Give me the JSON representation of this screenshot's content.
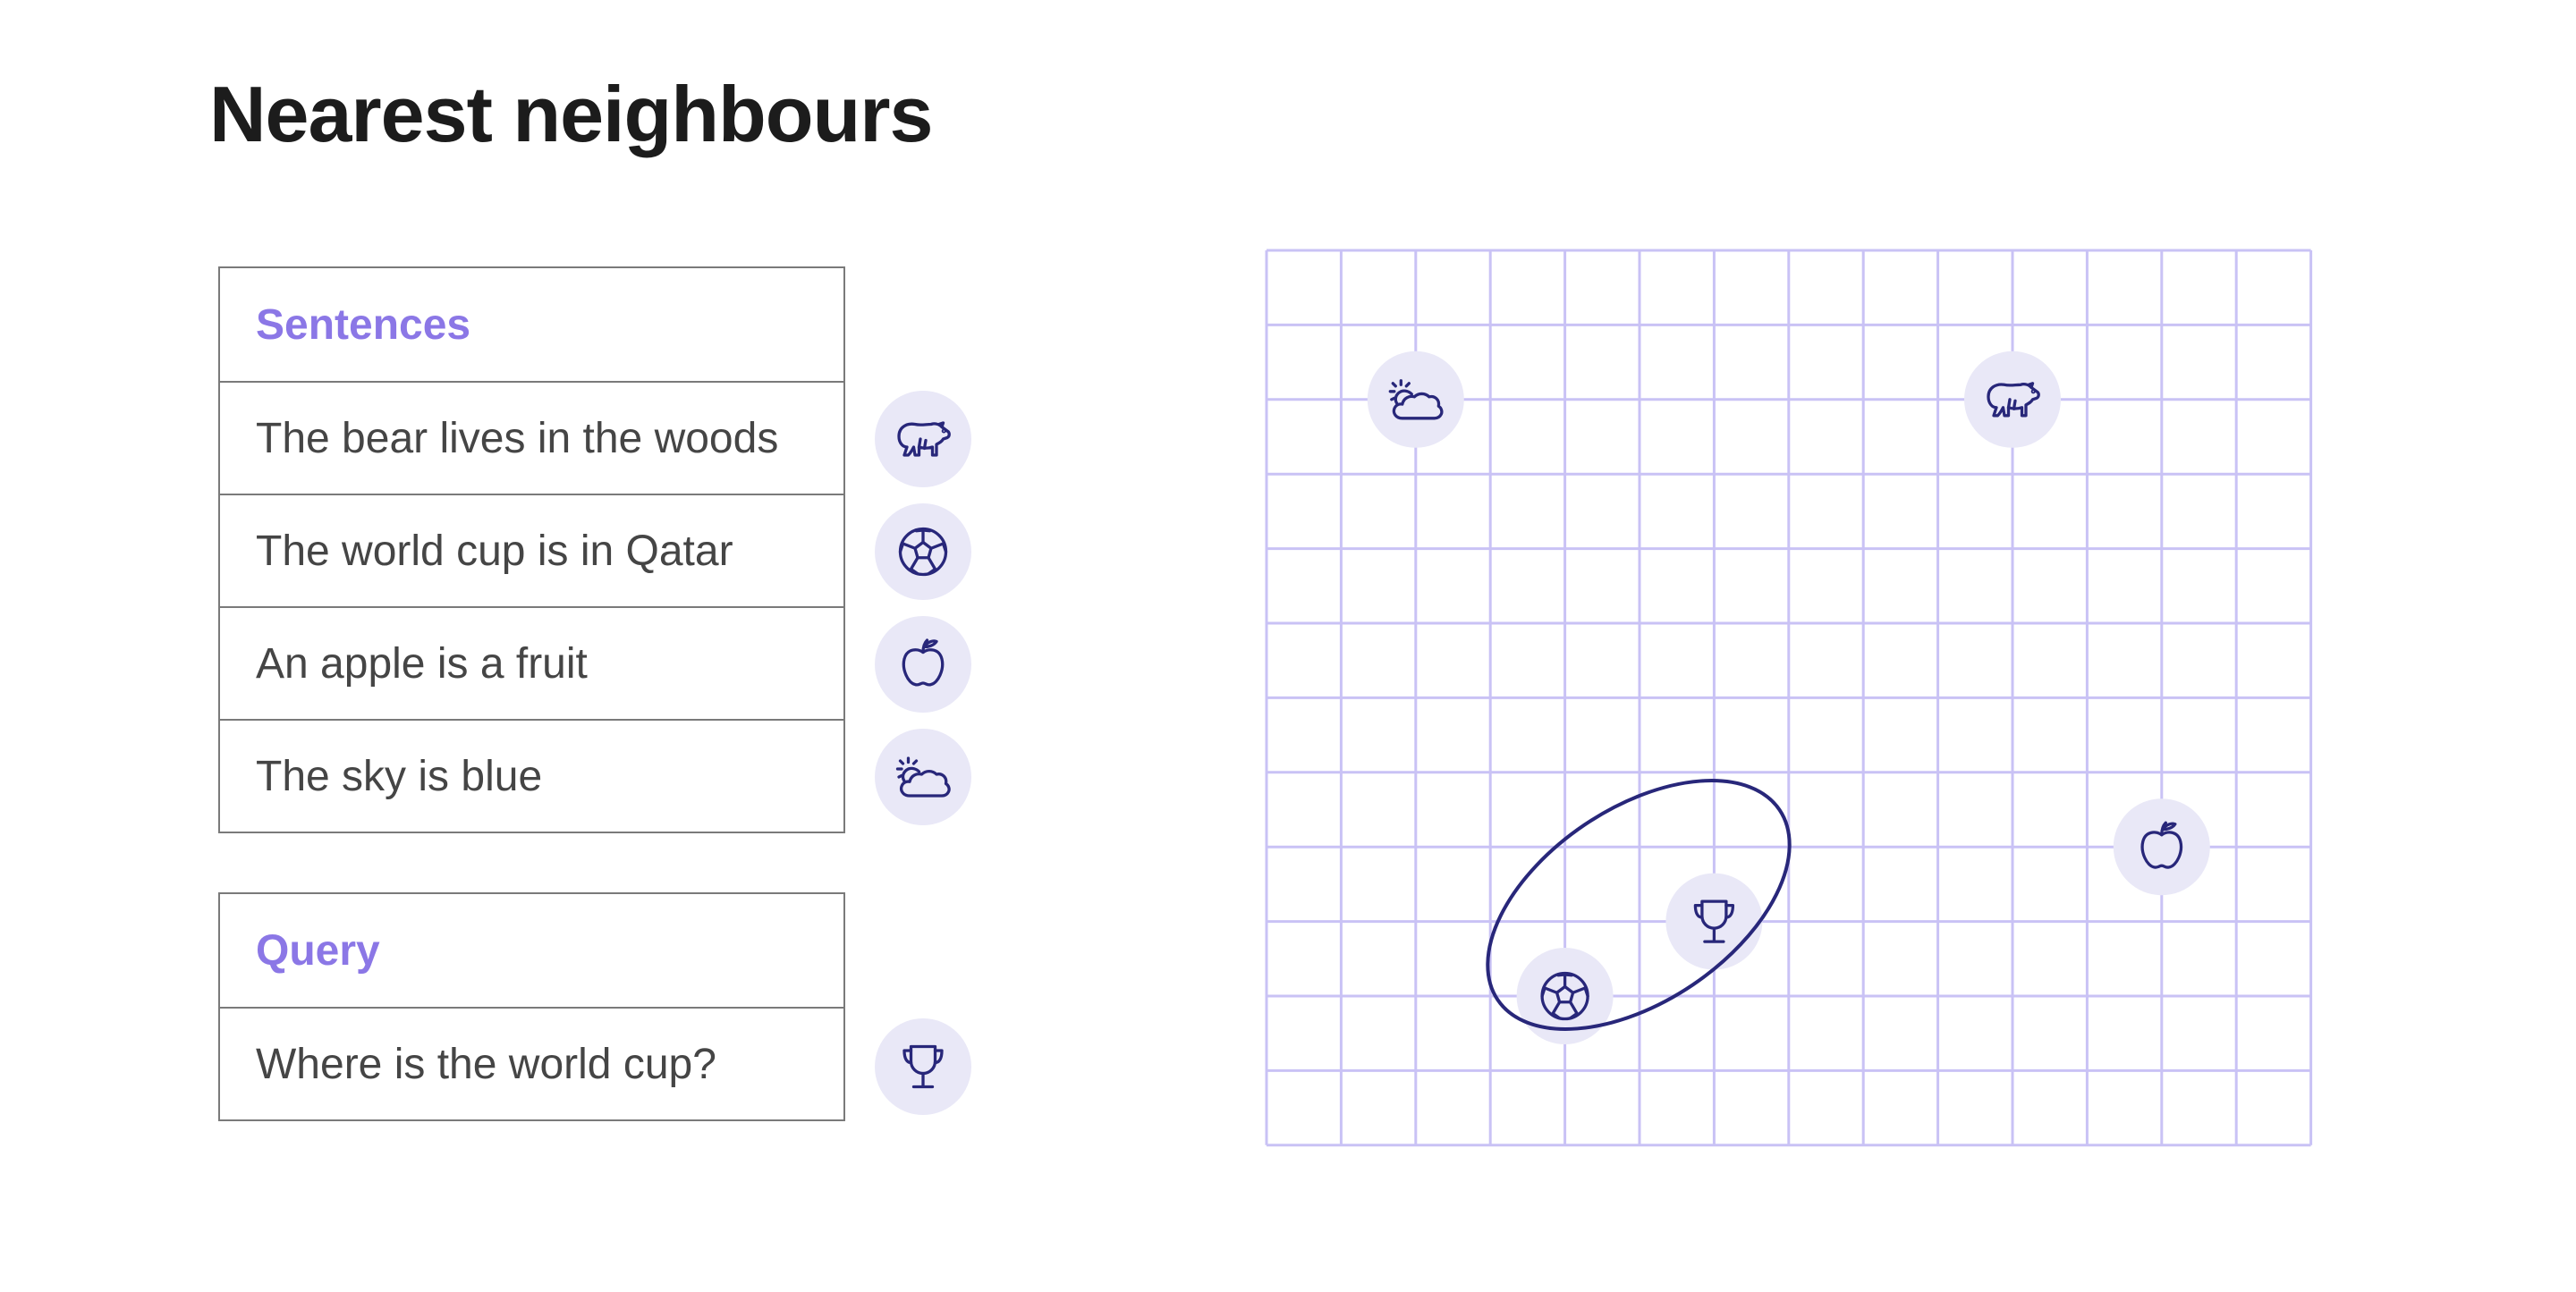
{
  "title": "Nearest neighbours",
  "sentences": {
    "header": "Sentences",
    "items": [
      {
        "text": "The bear lives in the woods",
        "icon": "bear-icon"
      },
      {
        "text": "The world cup is in Qatar",
        "icon": "soccer-ball-icon"
      },
      {
        "text": "An apple is a fruit",
        "icon": "apple-icon"
      },
      {
        "text": "The sky is blue",
        "icon": "sun-cloud-icon"
      }
    ]
  },
  "query": {
    "header": "Query",
    "text": "Where is the world cup?",
    "icon": "trophy-icon"
  },
  "plot": {
    "grid": true,
    "columns": 14,
    "rows": 12,
    "points": [
      {
        "icon": "sun-cloud-icon",
        "col": 2,
        "row": 2
      },
      {
        "icon": "bear-icon",
        "col": 10,
        "row": 2
      },
      {
        "icon": "apple-icon",
        "col": 12,
        "row": 8
      },
      {
        "icon": "trophy-icon",
        "col": 6,
        "row": 9
      },
      {
        "icon": "soccer-ball-icon",
        "col": 4,
        "row": 10
      }
    ],
    "highlight": "nearest-neighbour-cluster"
  },
  "colors": {
    "accent": "#8b77e6",
    "grid": "#c9c2f5",
    "icon": "#28277a",
    "icon_bg": "#e9e8f7",
    "text": "#454545",
    "title": "#1c1c1c"
  }
}
